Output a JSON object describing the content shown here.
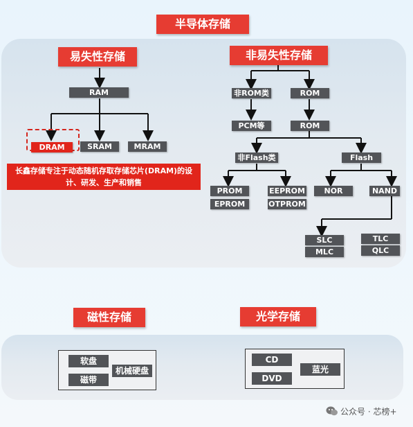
{
  "title": "半导体存储",
  "volatile": {
    "title": "易失性存储",
    "ram": "RAM",
    "dram": "DRAM",
    "sram": "SRAM",
    "mram": "MRAM",
    "note_line1": "长鑫存储专注于动态随机存取存储芯片(DRAM)的设",
    "note_line2": "计、研发、生产和销售"
  },
  "nonvolatile": {
    "title": "非易失性存储",
    "non_rom": "非ROM类",
    "rom": "ROM",
    "pcm": "PCM等",
    "rom2": "ROM",
    "non_flash": "非Flash类",
    "flash": "Flash",
    "prom": "PROM",
    "eprom": "EPROM",
    "eeprom": "EEPROM",
    "otprom": "OTPROM",
    "nor": "NOR",
    "nand": "NAND",
    "slc": "SLC",
    "mlc": "MLC",
    "tlc": "TLC",
    "qlc": "QLC"
  },
  "magnetic": {
    "title": "磁性存储",
    "floppy": "软盘",
    "tape": "磁带",
    "hdd": "机械硬盘"
  },
  "optical": {
    "title": "光学存储",
    "cd": "CD",
    "dvd": "DVD",
    "bluray": "蓝光"
  },
  "watermark": "公众号 · 芯榜+",
  "colors": {
    "accent_red": "#e1251b",
    "node_gray": "#525458"
  }
}
